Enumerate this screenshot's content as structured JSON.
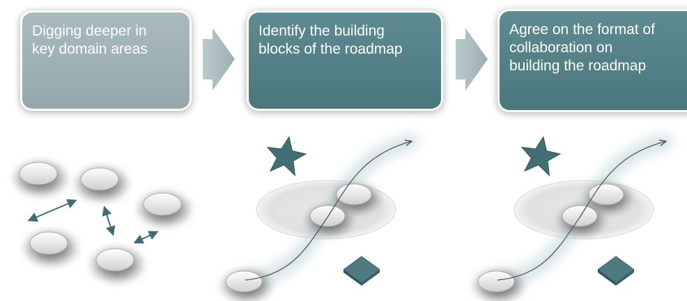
{
  "steps": [
    {
      "text": "Digging deeper in\nkey domain areas"
    },
    {
      "text": "Identify the building\nblocks of the roadmap"
    },
    {
      "text": "Agree on the format of\ncollaboration on\nbuilding the roadmap"
    }
  ],
  "colors": {
    "step_light": "#9db0b4",
    "step_dark": "#517e85",
    "arrow": "#a9bcbf",
    "accent": "#3f6b72",
    "disc": "#e4e4e4"
  },
  "icons": [
    "chevron-arrow-icon",
    "disc-icon",
    "double-arrow-icon",
    "star-icon",
    "path-arrow-icon",
    "ellipse-platform-icon",
    "square-chip-icon"
  ]
}
